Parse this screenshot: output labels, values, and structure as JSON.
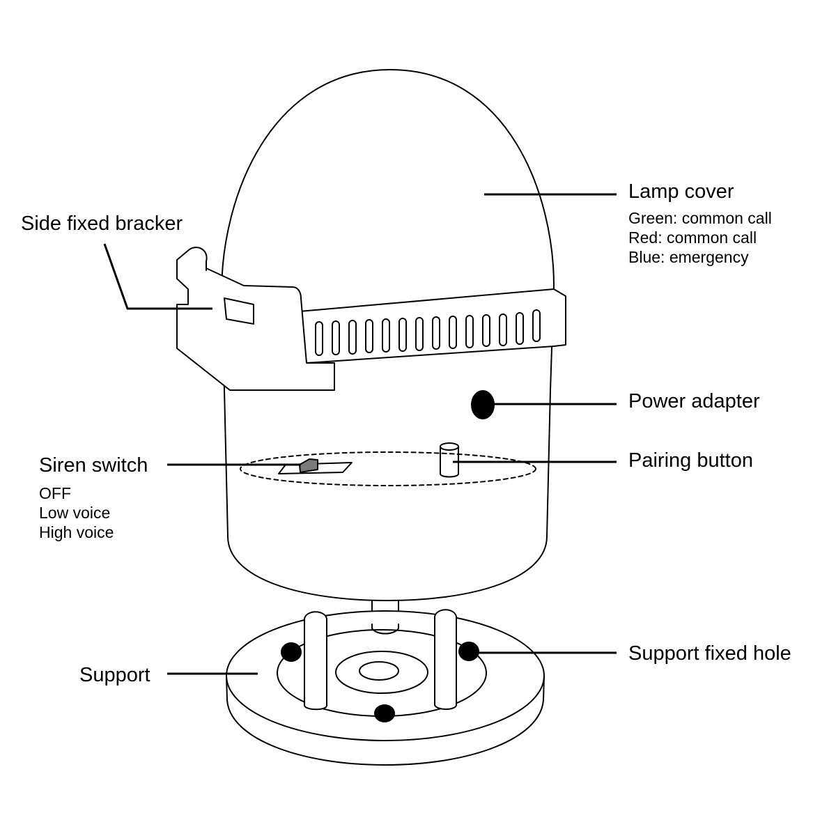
{
  "labels": {
    "lamp_cover": "Lamp cover",
    "lamp_cover_notes": [
      "Green: common call",
      "Red: common call",
      "Blue: emergency"
    ],
    "side_bracket": "Side fixed bracker",
    "power_adapter": "Power adapter",
    "pairing_button": "Pairing button",
    "siren_switch": "Siren switch",
    "siren_switch_notes": [
      "OFF",
      "Low voice",
      "High voice"
    ],
    "support_fixed_hole": "Support fixed hole",
    "support": "Support"
  },
  "colors": {
    "stroke": "#000000",
    "background": "#ffffff",
    "switch_knob": "#7a7a7a"
  }
}
